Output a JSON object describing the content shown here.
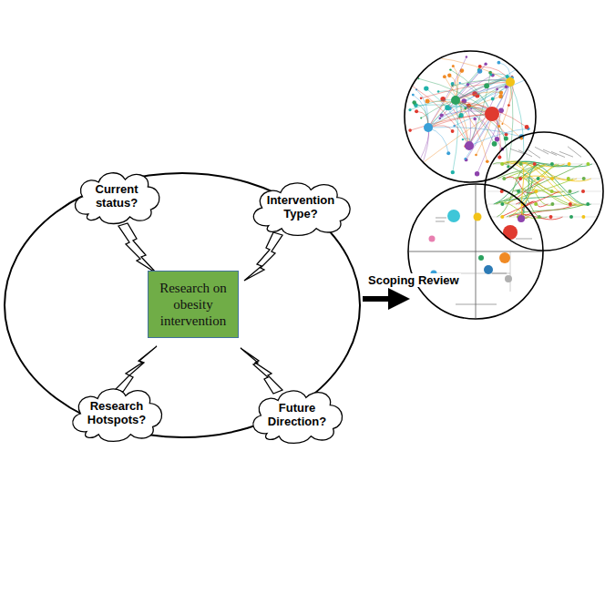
{
  "diagram": {
    "nodes": [
      {
        "text": [
          "Research on obesity intervention"
        ]
      },
      {
        "text": [
          "Current status?"
        ]
      },
      {
        "text": [
          "Intervention Type?"
        ]
      },
      {
        "text": [
          "Research Hotspots?"
        ]
      },
      {
        "text": [
          "Future Direction?"
        ]
      }
    ],
    "labels": [
      "Scoping Review"
    ]
  }
}
